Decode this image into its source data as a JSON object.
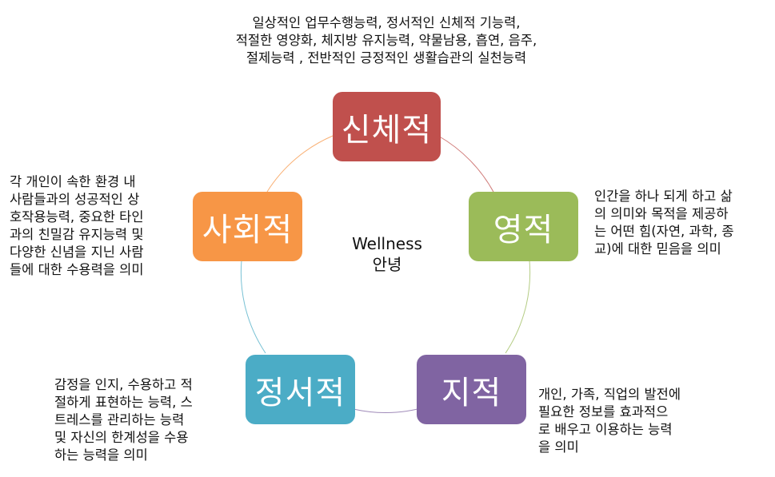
{
  "center": {
    "line1": "Wellness",
    "line2": "안녕"
  },
  "dimensions": {
    "physical": {
      "label": "신체적",
      "color": "#C0504D",
      "description": [
        "일상적인 업무수행능력, 정서적인 신체적 기능력,",
        "적절한 영양화, 체지방 유지능력, 약물남용, 흡연, 음주,",
        "절제능력 , 전반적인 긍정적인 생활습관의 실천능력"
      ]
    },
    "spiritual": {
      "label": "영적",
      "color": "#9BBB59",
      "description": [
        "인간을 하나 되게 하고 삶",
        "의 의미와 목적을 제공하",
        "는 어떤 힘(자연, 과학, 종",
        "교)에 대한 믿음을 의미"
      ]
    },
    "intellectual": {
      "label": "지적",
      "color": "#8064A2",
      "description": [
        "개인, 가족, 직업의 발전에",
        "필요한 정보를 효과적으",
        "로 배우고 이용하는 능력",
        "을 의미"
      ]
    },
    "emotional": {
      "label": "정서적",
      "color": "#4BACC6",
      "description": [
        "감정을 인지, 수용하고 적",
        "절하게 표현하는 능력, 스",
        "트레스를 관리하는 능력",
        "및 자신의 한계성을 수용",
        "하는 능력을 의미"
      ]
    },
    "social": {
      "label": "사회적",
      "color": "#F79646",
      "description": [
        "각 개인이 속한 환경 내",
        "사람들과의 성공적인 상",
        "호작용능력, 중요한 타인",
        "과의 친밀감 유지능력 및",
        "다양한 신념을 지닌 사람",
        "들에 대한 수용력을 의미"
      ]
    }
  }
}
